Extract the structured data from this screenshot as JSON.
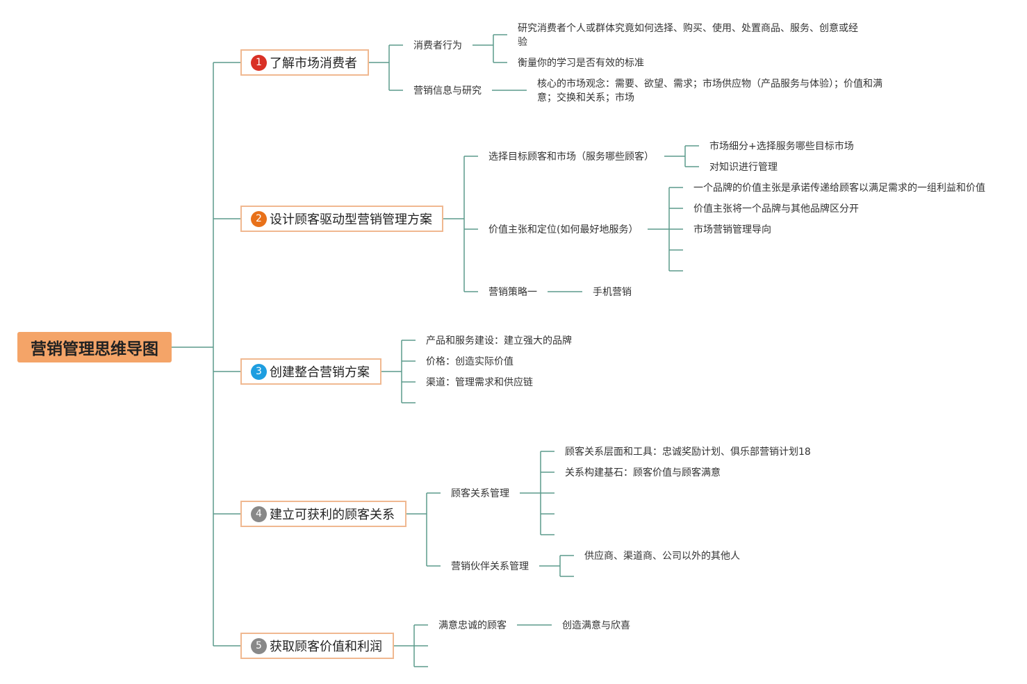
{
  "colors": {
    "root_fill": "#f4a468",
    "main_border": "#f0b890",
    "connector": "#5b9a8b",
    "badge_1": "#d93025",
    "badge_2": "#e8711a",
    "badge_3": "#1e9ee0",
    "badge_4": "#888888",
    "badge_5": "#888888"
  },
  "root": {
    "title": "营销管理思维导图"
  },
  "branches": [
    {
      "number": "1",
      "label": "了解市场消费者",
      "children": [
        {
          "label": "消费者行为",
          "children": [
            "研究消费者个人或群体究竟如何选择、购买、使用、处置商品、服务、创意或经验",
            "衡量你的学习是否有效的标准"
          ]
        },
        {
          "label": "营销信息与研究",
          "children": [
            "核心的市场观念：需要、欲望、需求；市场供应物（产品服务与体验）；价值和满意；交换和关系；市场"
          ]
        }
      ]
    },
    {
      "number": "2",
      "label": "设计顾客驱动型营销管理方案",
      "children": [
        {
          "label": "选择目标顾客和市场（服务哪些顾客）",
          "children": [
            "市场细分+选择服务哪些目标市场",
            "对知识进行管理"
          ]
        },
        {
          "label": "价值主张和定位(如何最好地服务）",
          "children": [
            "一个品牌的价值主张是承诺传递给顾客以满足需求的一组利益和价值",
            "价值主张将一个品牌与其他品牌区分开",
            "市场营销管理导向"
          ]
        },
        {
          "label": "营销策略一",
          "children": [
            "手机营销"
          ]
        }
      ]
    },
    {
      "number": "3",
      "label": "创建整合营销方案",
      "children": [
        {
          "label": "产品和服务建设：建立强大的品牌"
        },
        {
          "label": "价格：创造实际价值"
        },
        {
          "label": "渠道：管理需求和供应链"
        }
      ]
    },
    {
      "number": "4",
      "label": "建立可获利的顾客关系",
      "children": [
        {
          "label": "顾客关系管理",
          "children": [
            "顾客关系层面和工具：忠诚奖励计划、俱乐部营销计划18",
            "关系构建基石：顾客价值与顾客满意"
          ]
        },
        {
          "label": "营销伙伴关系管理",
          "children": [
            "供应商、渠道商、公司以外的其他人"
          ]
        }
      ]
    },
    {
      "number": "5",
      "label": "获取顾客价值和利润",
      "children": [
        {
          "label": "满意忠诚的顾客",
          "children": [
            "创造满意与欣喜"
          ]
        }
      ]
    }
  ]
}
